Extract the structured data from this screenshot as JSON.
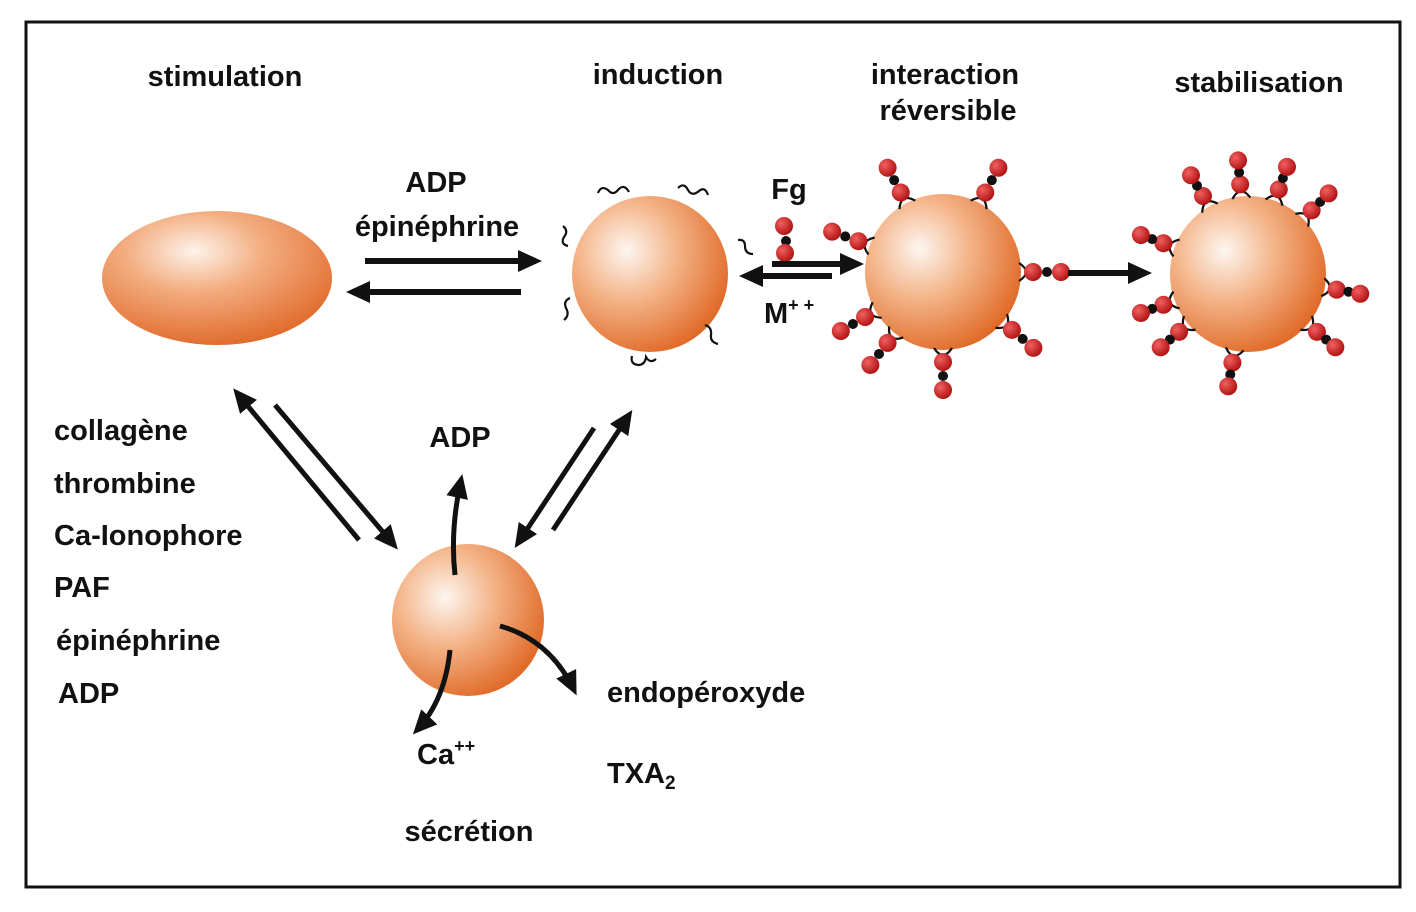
{
  "stages": {
    "stimulation": "stimulation",
    "induction": "induction",
    "interaction_line1": "interaction",
    "interaction_line2": "réversible",
    "stabilisation": "stabilisation"
  },
  "induction_agents": {
    "line1": "ADP",
    "line2": "épinéphrine"
  },
  "fibrinogen": "Fg",
  "cation": {
    "base": "M",
    "charge": "+ +"
  },
  "stimuli": [
    "collagène",
    "thrombine",
    "Ca-Ionophore",
    "PAF",
    "épinéphrine",
    "ADP"
  ],
  "secretion": {
    "adp": "ADP",
    "calcium_base": "Ca",
    "calcium_charge": "++",
    "endoperoxide": "endopéroxyde",
    "txa_base": "TXA",
    "txa_sub": "2",
    "title": "sécrétion"
  },
  "colors": {
    "platelet_light": "#fdf0e6",
    "platelet_mid": "#f2a877",
    "platelet_dark": "#e06a28",
    "fibrinogen_end": "#cc1a1a",
    "fibrinogen_core": "#111111",
    "arrow": "#111111",
    "frame": "#111111"
  }
}
